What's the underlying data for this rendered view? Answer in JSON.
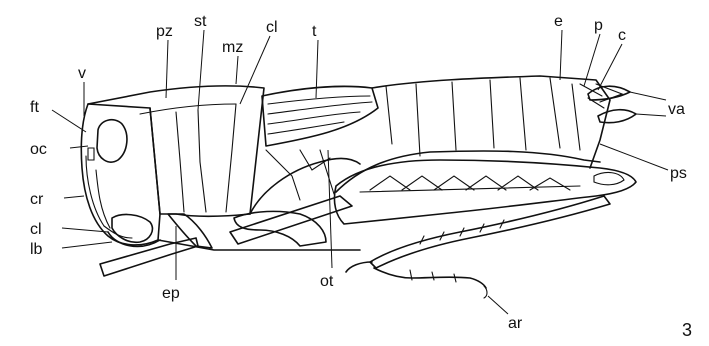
{
  "figure_number": "3",
  "labels": {
    "v": "v",
    "ft": "ft",
    "oc": "oc",
    "cr": "cr",
    "cl_left": "cl",
    "lb": "lb",
    "pz": "pz",
    "st": "st",
    "mz": "mz",
    "cl_top": "cl",
    "t": "t",
    "ep": "ep",
    "ot": "ot",
    "e": "e",
    "p": "p",
    "c": "c",
    "va": "va",
    "ps": "ps",
    "ar": "ar"
  }
}
